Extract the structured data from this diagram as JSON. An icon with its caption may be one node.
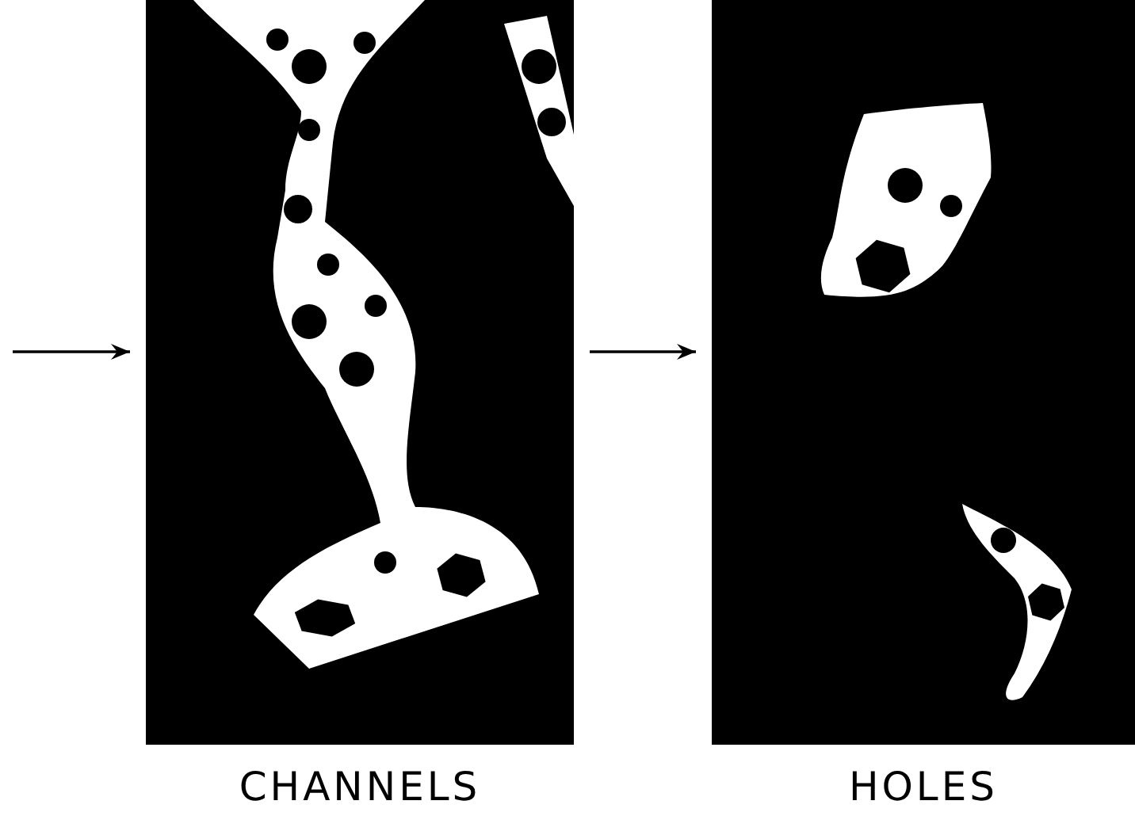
{
  "diagram": {
    "nodes": [
      {
        "text": [
          "CHANNELS"
        ]
      },
      {
        "text": [
          "HOLES"
        ]
      }
    ],
    "edges": [
      {
        "from": null,
        "to": 0,
        "arrow": "to"
      },
      {
        "from": 0,
        "to": 1,
        "arrow": "to"
      }
    ]
  }
}
